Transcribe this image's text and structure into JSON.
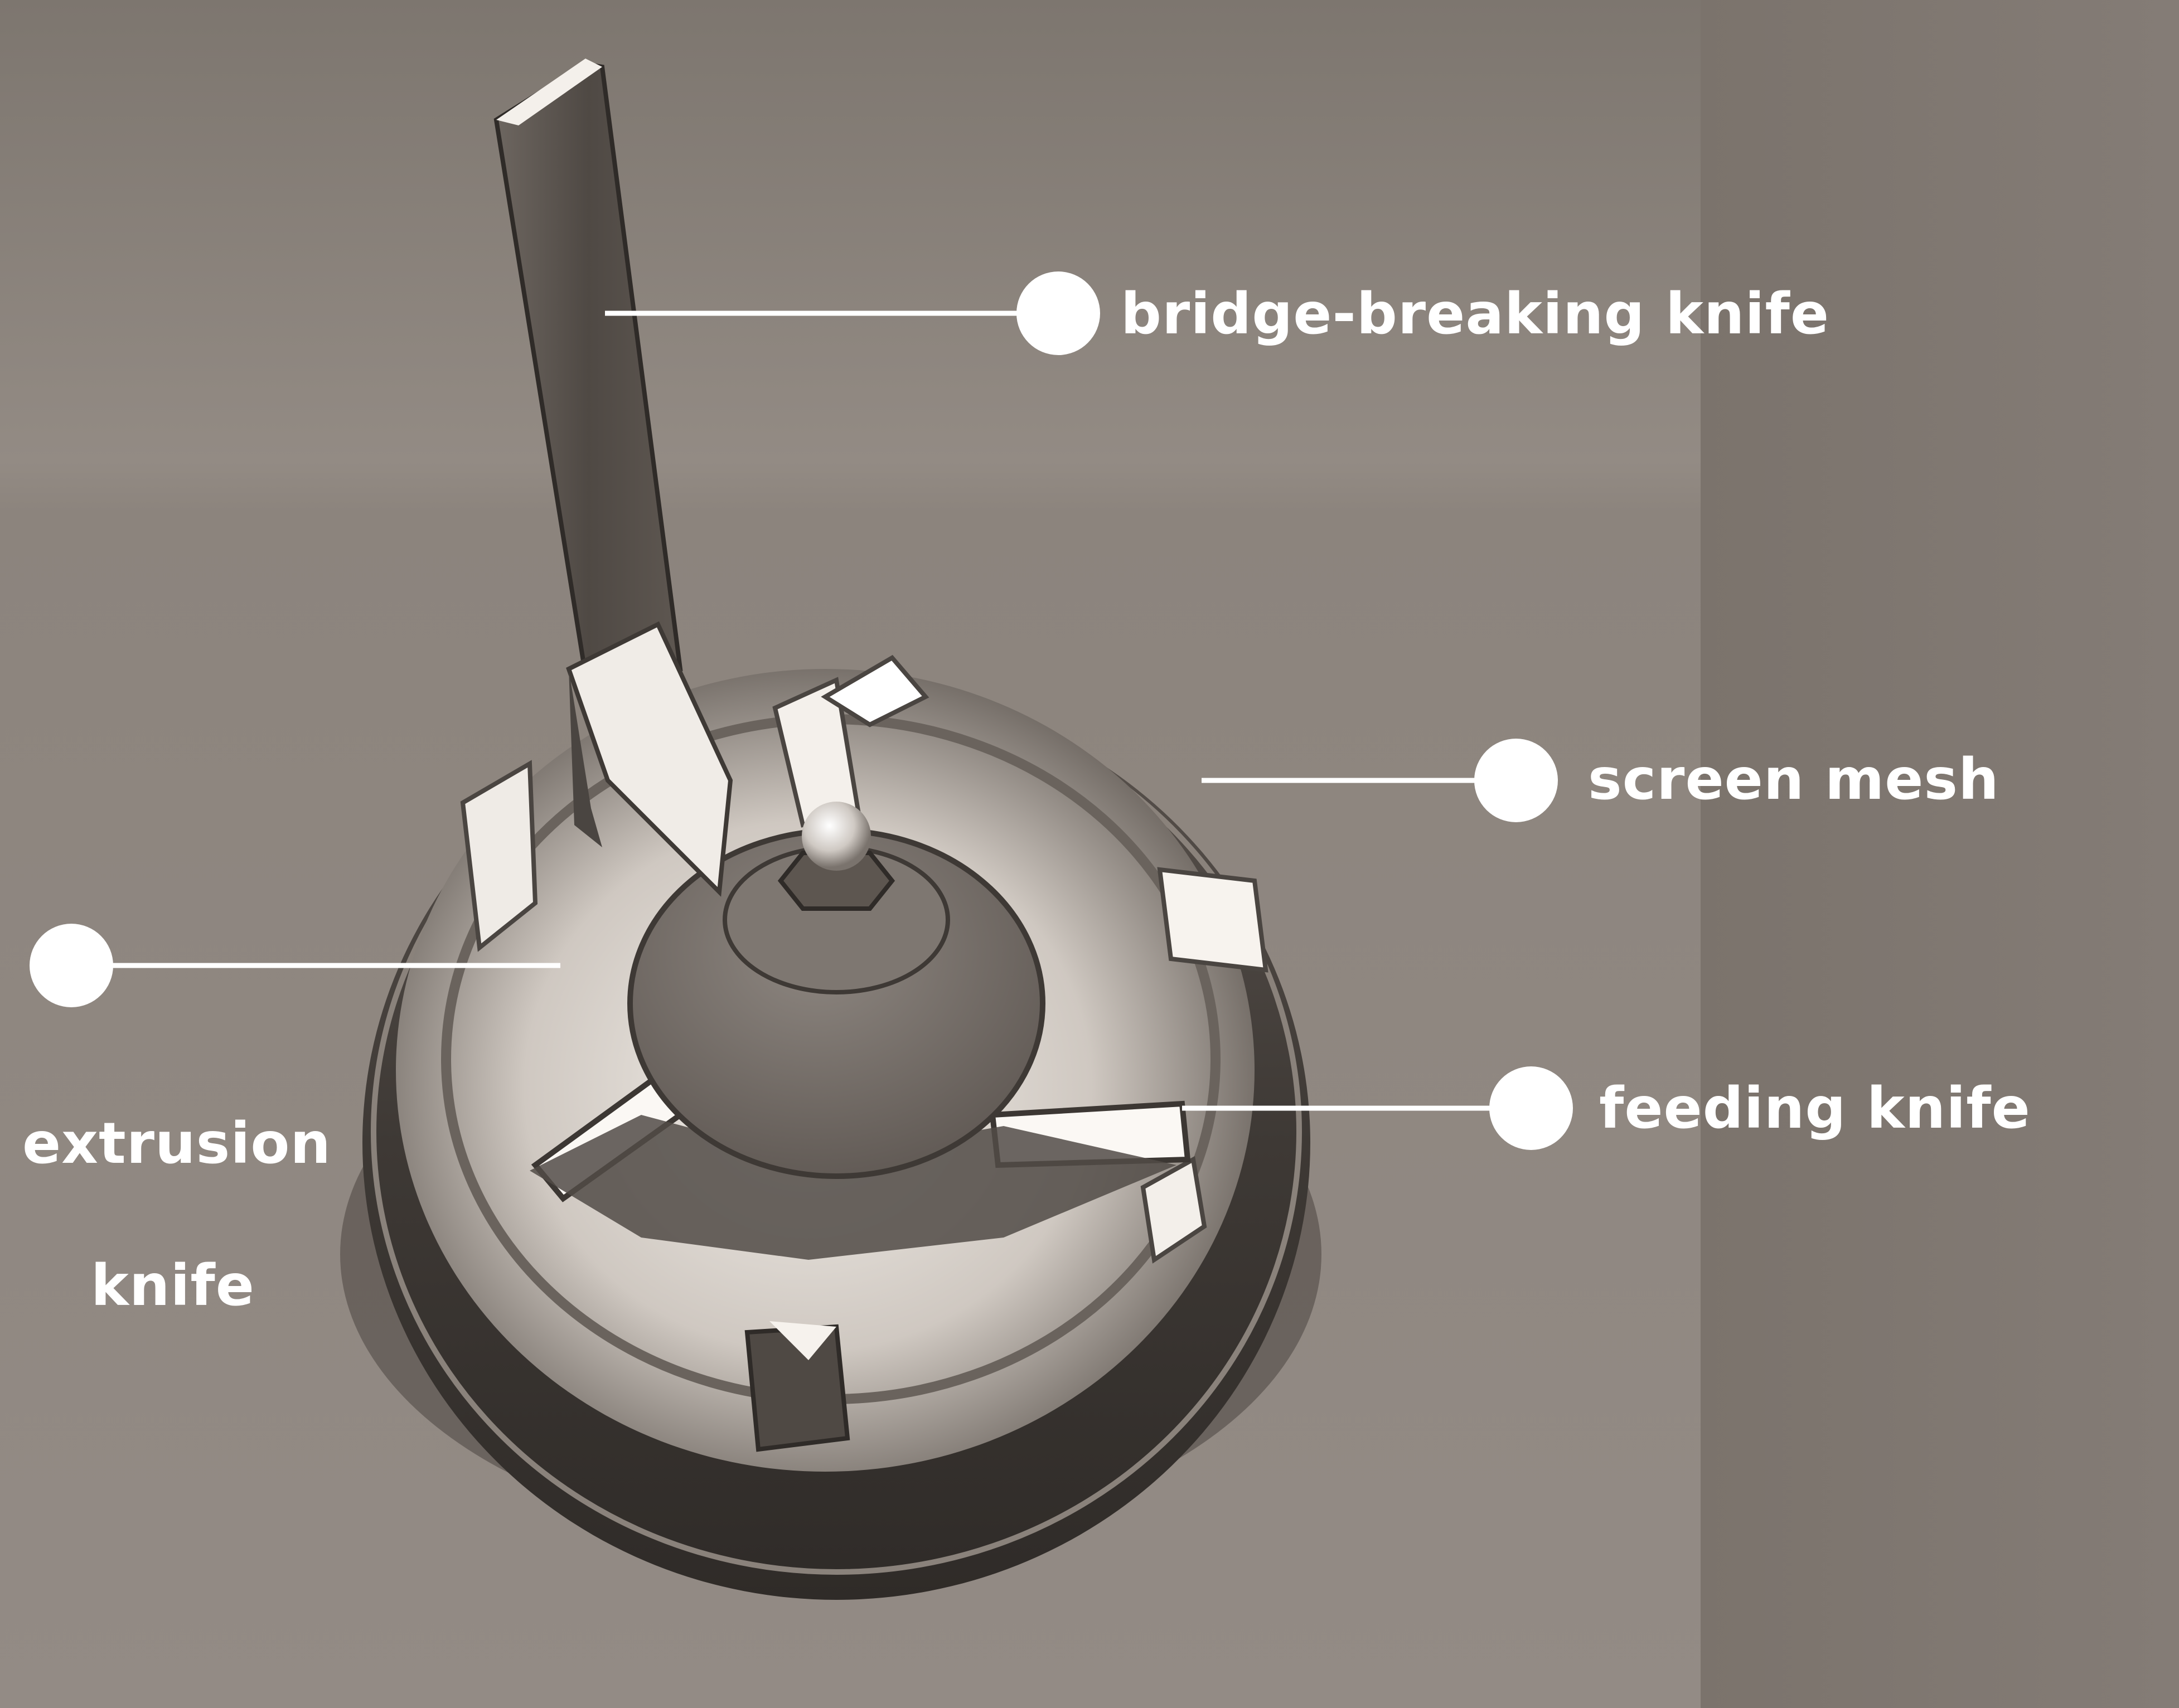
{
  "labels": {
    "bridge_breaking": "bridge-breaking knife",
    "screen_mesh": "screen mesh",
    "extrusion_line1": "extrusion",
    "extrusion_line2": "knife",
    "feeding": "feeding knife"
  },
  "colors": {
    "background": "#8f8882",
    "leader": "#ffffff",
    "metal_dark": "#4a4541",
    "metal_light": "#f2eeea"
  }
}
